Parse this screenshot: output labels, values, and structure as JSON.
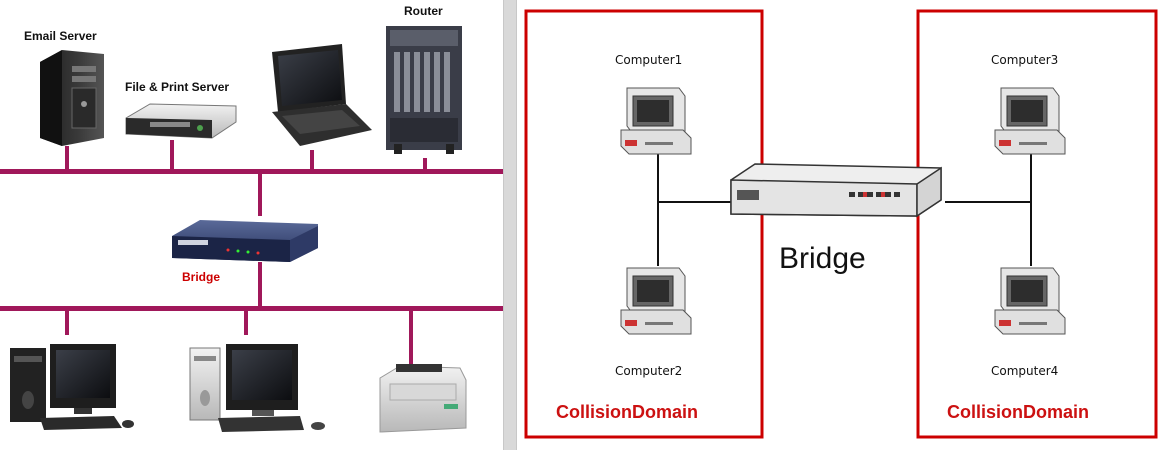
{
  "left_diagram": {
    "devices": {
      "email_server": "Email Server",
      "file_print_server": "File & Print Server",
      "router": "Router",
      "bridge": "Bridge"
    },
    "bus_color": "#a0185a",
    "bridge_label_color": "#cc0000"
  },
  "right_diagram": {
    "computers": [
      "Computer1",
      "Computer2",
      "Computer3",
      "Computer4"
    ],
    "bridge_label": "Bridge",
    "collision_domains": [
      "CollisionDomain",
      "CollisionDomain"
    ],
    "domain_border_color": "#cc0000"
  }
}
